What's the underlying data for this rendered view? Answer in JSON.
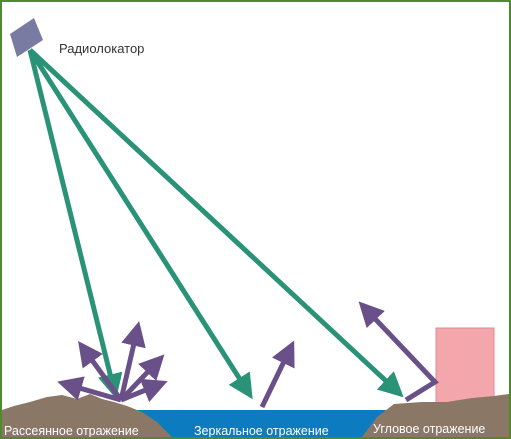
{
  "radar_label": "Радиолокатор",
  "labels": {
    "diffuse": "Рассеянное отражение",
    "specular": "Зеркальное отражение",
    "corner": "Угловое отражение"
  },
  "colors": {
    "frame": "#4f8a2c",
    "radar": "#7a7ba2",
    "ray": "#2a9277",
    "reflection": "#6a5088",
    "ground": "#8a7766",
    "water": "#0d7bbf",
    "building": "#f3a6ac",
    "label_text": "#ffffff"
  }
}
